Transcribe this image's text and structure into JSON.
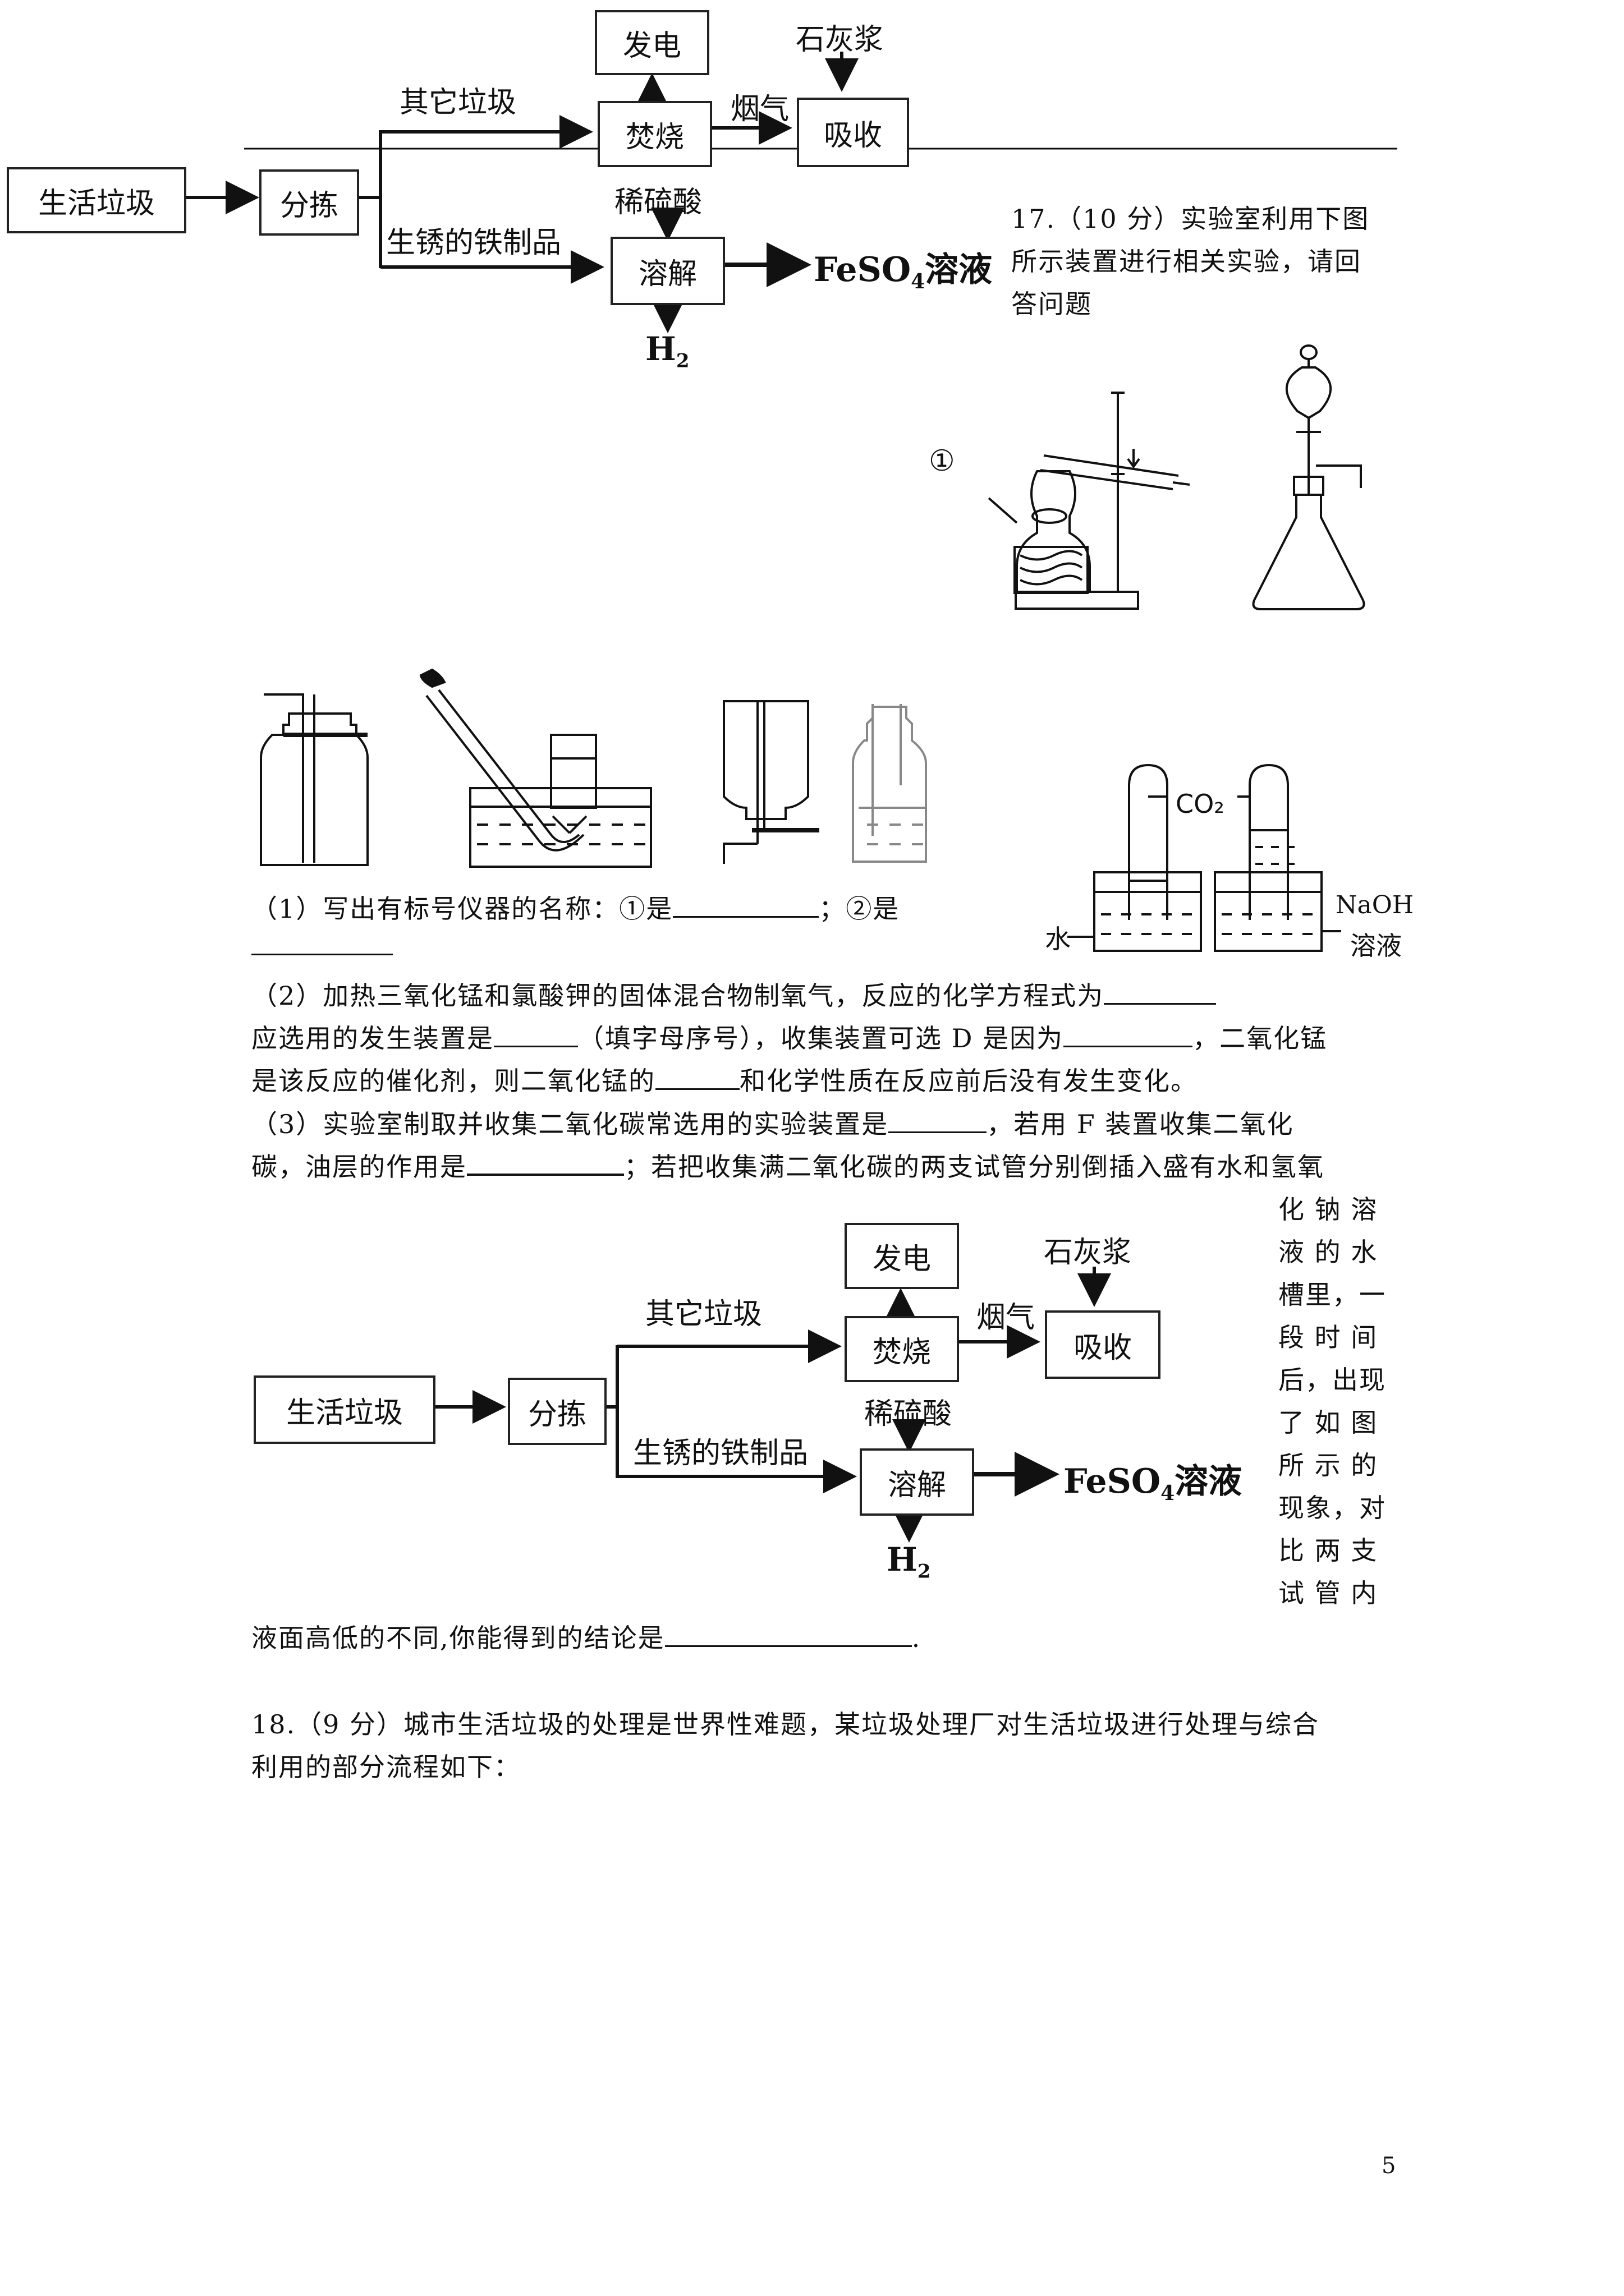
{
  "flowchart": {
    "boxes": {
      "waste": "生活垃圾",
      "sort": "分拣",
      "power": "发电",
      "burn": "焚烧",
      "absorb": "吸收",
      "dissolve": "溶解"
    },
    "labels": {
      "other_waste": "其它垃圾",
      "flue_gas": "烟气",
      "lime_slurry": "石灰浆",
      "rusty_iron": "生锈的铁制品",
      "dilute_acid": "稀硫酸",
      "product": "FeSO",
      "product_sub": "4",
      "product_suffix": "溶液",
      "hydrogen": "H",
      "hydrogen_sub": "2"
    }
  },
  "q17": {
    "intro_line1": "17.（10 分）实验室利用下图",
    "intro_line2": "所示装置进行相关实验，请回",
    "intro_line3": "答问题",
    "marker_1": "①",
    "co2_label": "CO₂",
    "water_label": "水",
    "naoh_label_1": "NaOH",
    "naoh_label_2": "溶液",
    "part1_a": "（1）写出有标号仪器的名称：①是",
    "part1_b": "；②是",
    "part2_line1": "（2）加热三氧化锰和氯酸钾的固体混合物制氧气，反应的化学方程式为",
    "part2_line2_a": "应选用的发生装置是",
    "part2_line2_b": "（填字母序号），收集装置可选 D 是因为",
    "part2_line2_c": "，二氧化锰",
    "part2_line3_a": "是该反应的催化剂，则二氧化锰的",
    "part2_line3_b": "和化学性质在反应前后没有发生变化。",
    "part3_line1_a": "（3）实验室制取并收集二氧化碳常选用的实验装置是",
    "part3_line1_b": "，若用 F 装置收集二氧化",
    "part3_line2_a": "碳，油层的作用是",
    "part3_line2_b": "；若把收集满二氧化碳的两支试管分别倒插入盛有水和氢氧",
    "side_col": [
      "化 钠 溶",
      "液 的 水",
      "槽里，一",
      "段 时 间",
      "后，出现",
      "了 如 图",
      "所 示 的",
      "现象，对",
      "比 两 支",
      "试 管 内"
    ],
    "part3_last_a": "液面高低的不同,你能得到的结论是",
    "part3_last_b": "."
  },
  "q18": {
    "line1": "18.（9 分）城市生活垃圾的处理是世界性难题，某垃圾处理厂对生活垃圾进行处理与综合",
    "line2": "利用的部分流程如下："
  },
  "page_number": "5"
}
